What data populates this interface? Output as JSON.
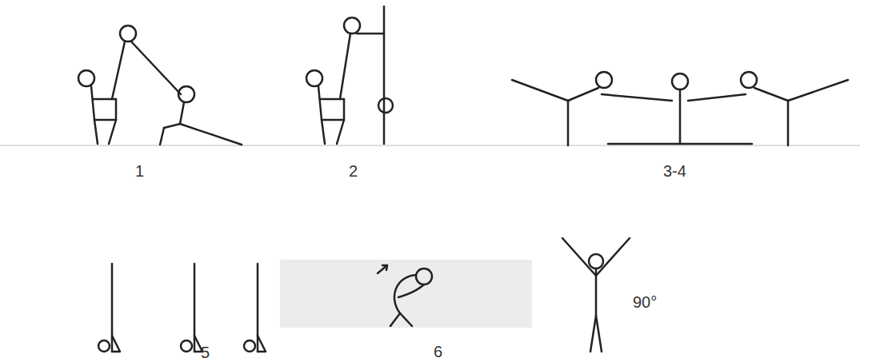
{
  "diagram": {
    "labels": [
      "1",
      "2",
      "3-4",
      "5",
      "6",
      "90°"
    ]
  }
}
